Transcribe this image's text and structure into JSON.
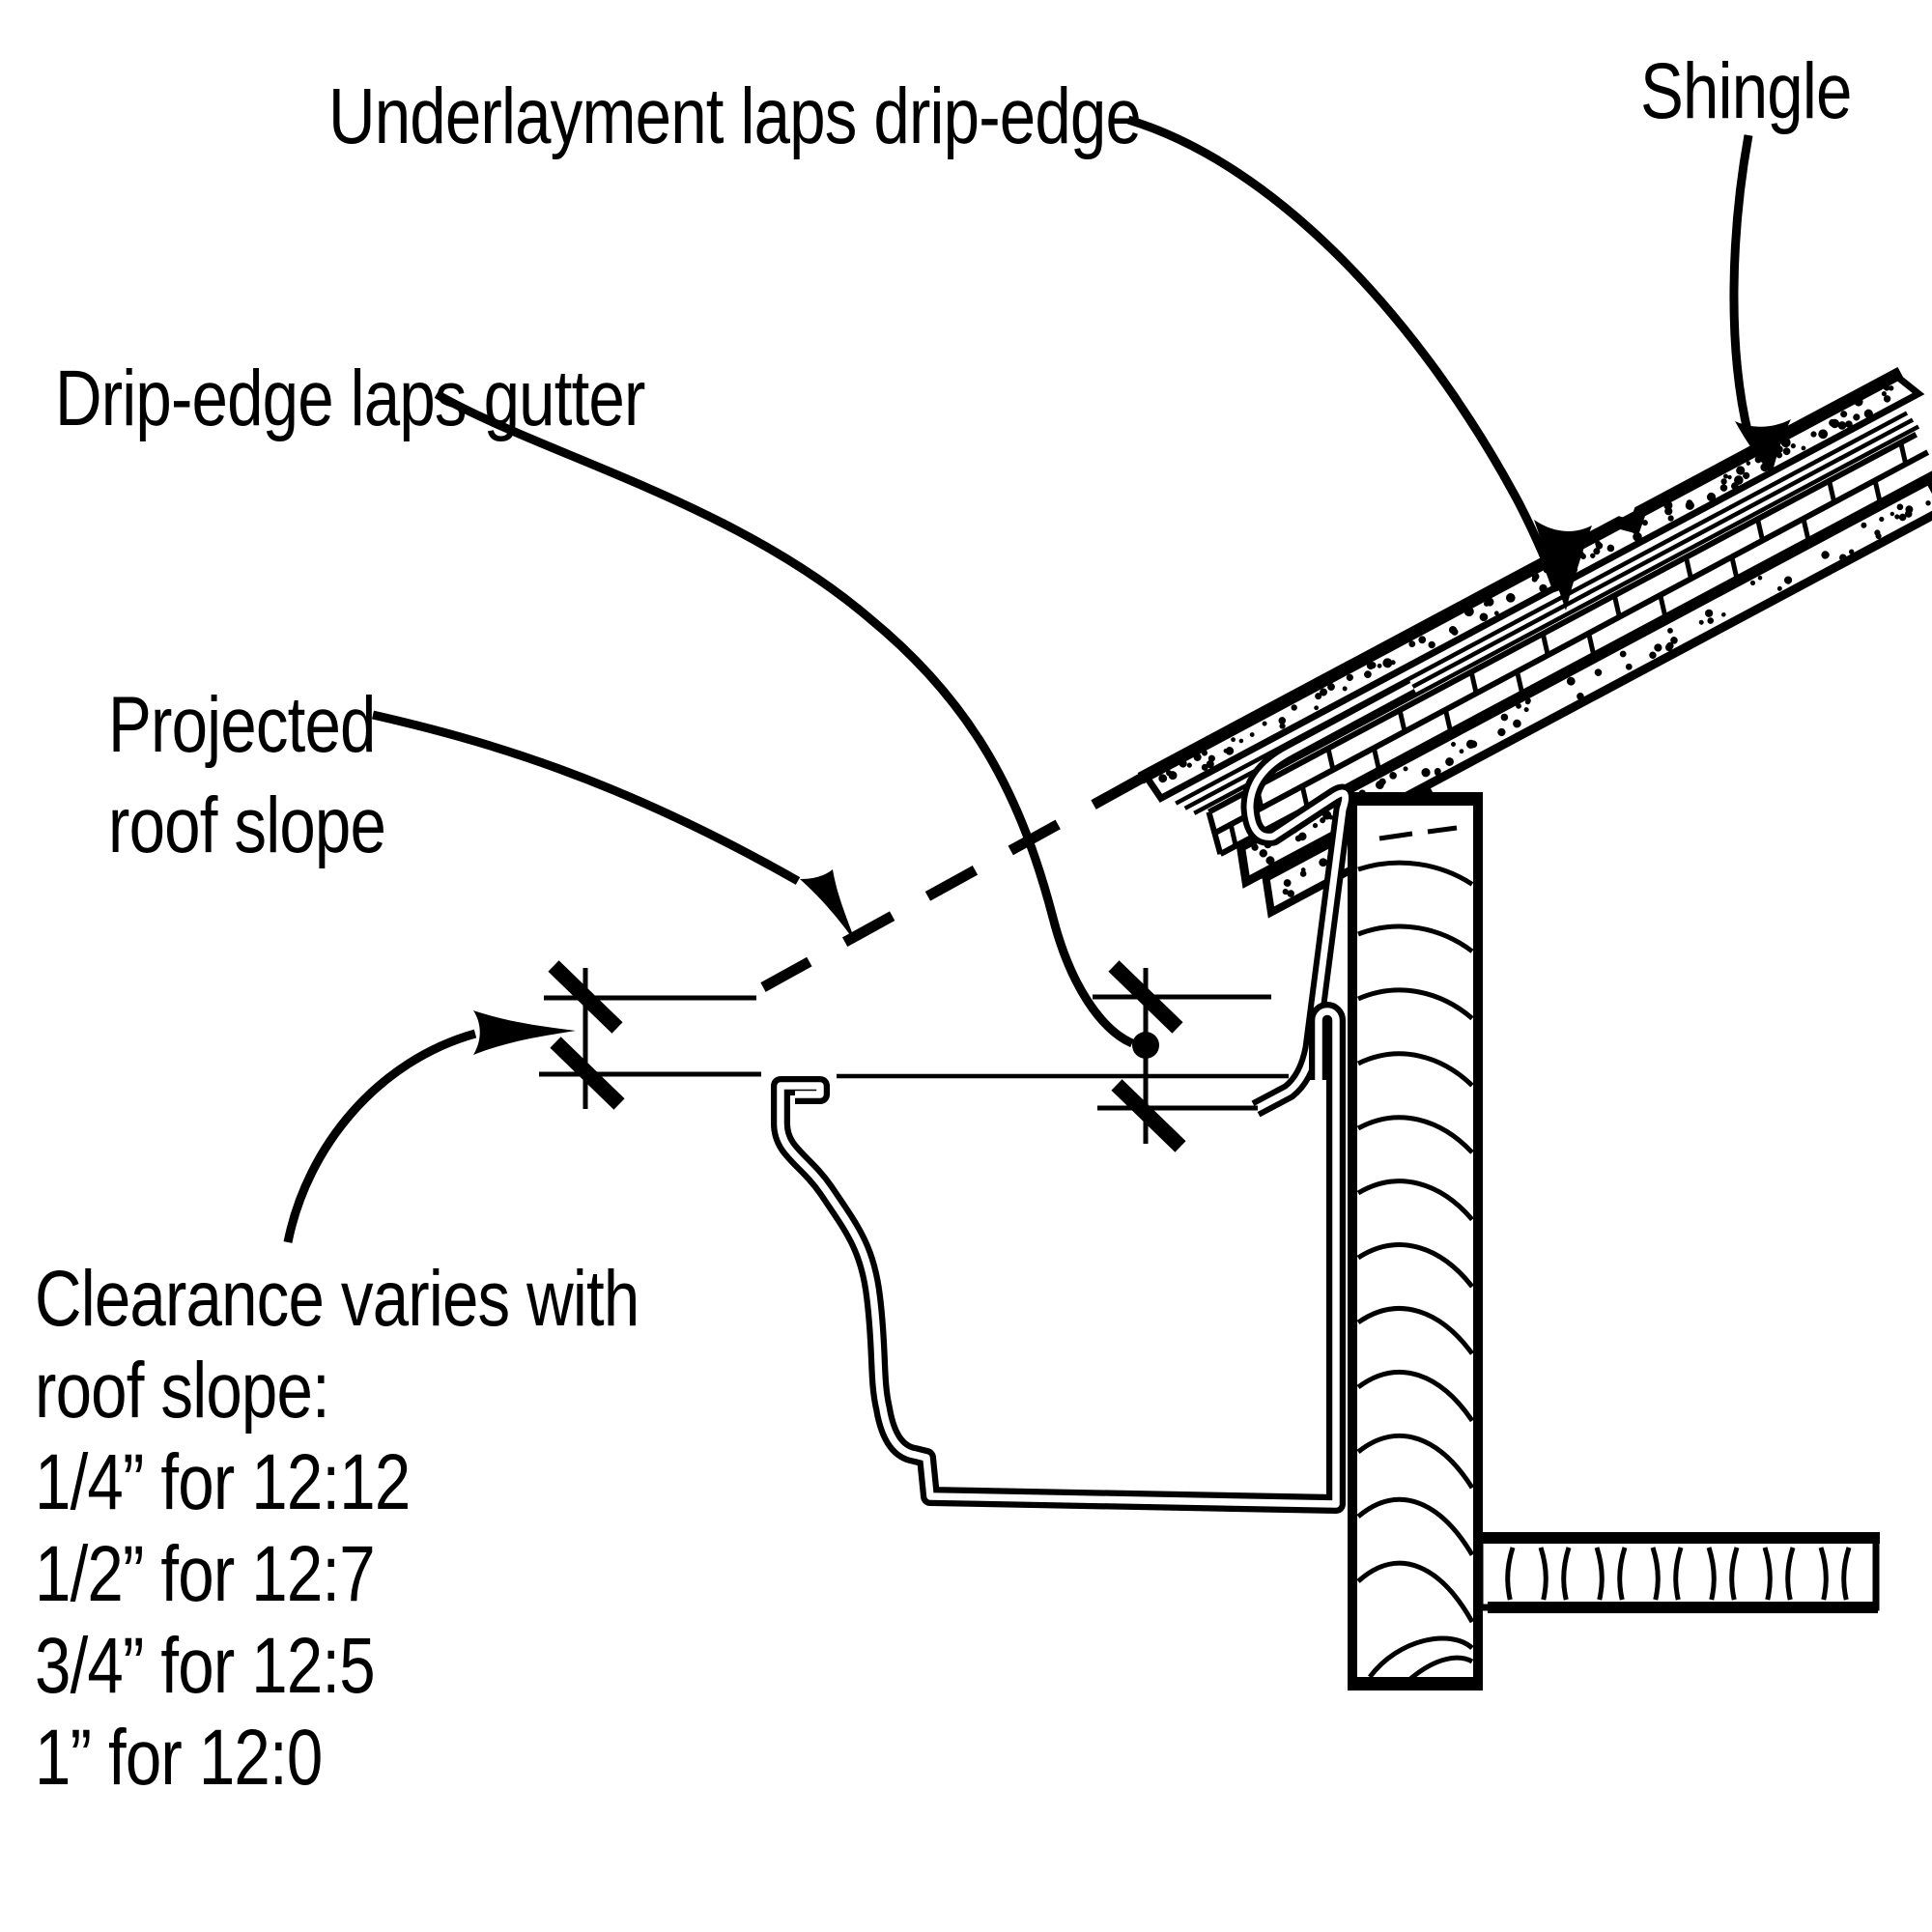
{
  "diagram": {
    "title": "Gutter and drip-edge detail at roof eave",
    "ink_color": "#000000",
    "background_color": "#ffffff",
    "labels": {
      "underlayment": "Underlayment laps drip-edge",
      "shingle": "Shingle",
      "drip_edge": "Drip-edge laps gutter",
      "projected_line1": "Projected",
      "projected_line2": "roof slope",
      "clearance_lines": [
        "Clearance varies with",
        "roof slope:",
        "1/4” for 12:12",
        "1/2” for 12:7",
        "3/4” for 12:5",
        "1” for 12:0"
      ]
    },
    "clearance_table": [
      {
        "clearance": "1/4\"",
        "roof_slope": "12:12"
      },
      {
        "clearance": "1/2\"",
        "roof_slope": "12:7"
      },
      {
        "clearance": "3/4\"",
        "roof_slope": "12:5"
      },
      {
        "clearance": "1\"",
        "roof_slope": "12:0"
      }
    ]
  }
}
